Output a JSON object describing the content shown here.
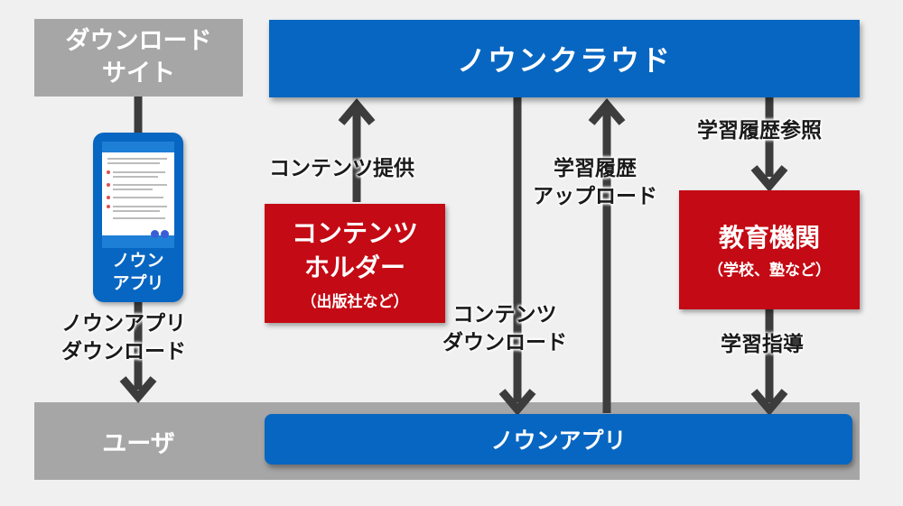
{
  "nodes": {
    "download_site": [
      "ダウンロード",
      "サイト"
    ],
    "cloud": "ノウンクラウド",
    "user": "ユーザ",
    "app": "ノウンアプリ",
    "holder": {
      "title": [
        "コンテンツ",
        "ホルダー"
      ],
      "sub": "（出版社など）"
    },
    "edu": {
      "title": "教育機関",
      "sub": "（学校、塾など）"
    },
    "phone_label": [
      "ノウン",
      "アプリ"
    ]
  },
  "edges": {
    "provide": "コンテンツ提供",
    "history_upload": [
      "学習履歴",
      "アップロード"
    ],
    "contents_download": [
      "コンテンツ",
      "ダウンロード"
    ],
    "history_ref": "学習履歴参照",
    "guidance": "学習指導",
    "app_download": [
      "ノウンアプリ",
      "ダウンロード"
    ]
  },
  "colors": {
    "blue": "#0766c1",
    "red": "#c40a14",
    "gray": "#a6a6a6",
    "arrow": "#3c3c3c",
    "background": "#f0f0f0"
  }
}
